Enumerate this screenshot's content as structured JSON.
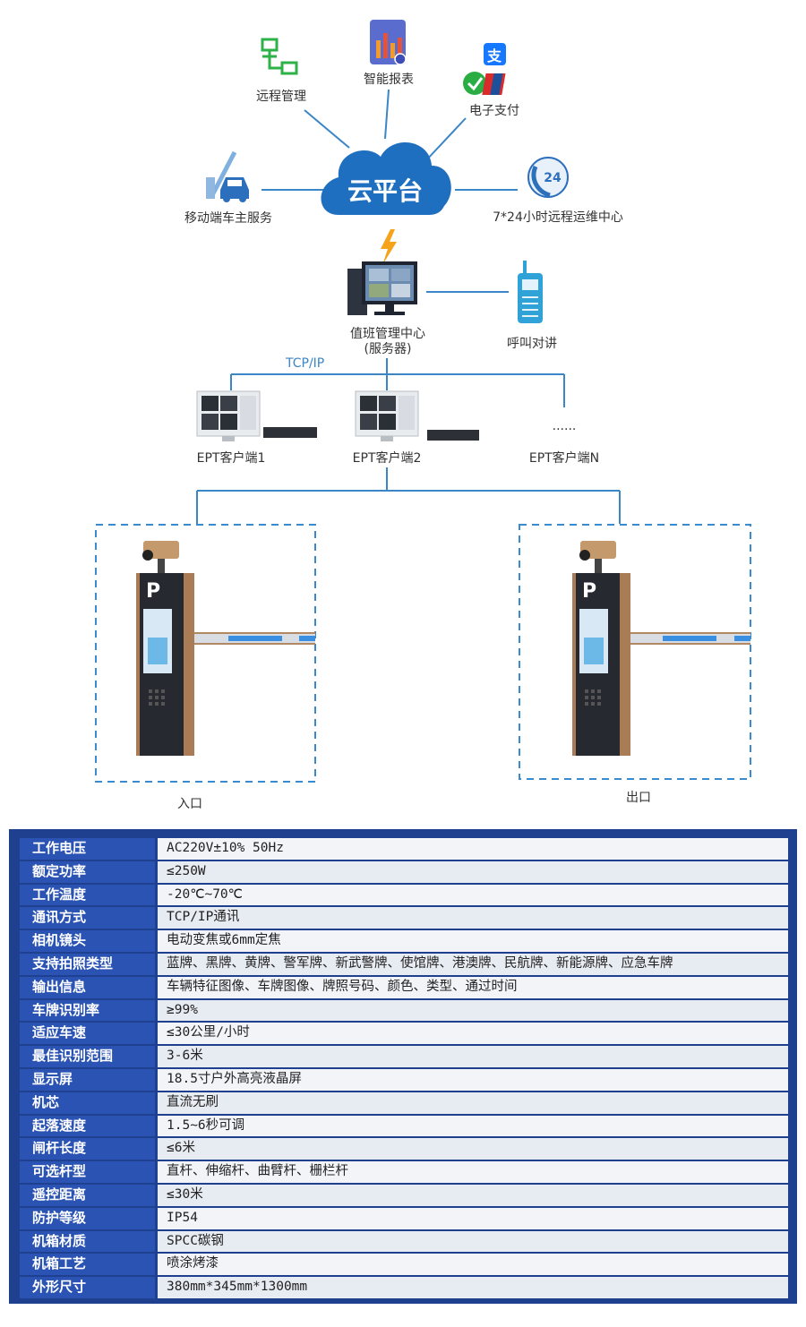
{
  "diagram": {
    "cloud": "云平台",
    "top_nodes": [
      {
        "id": "remote-management",
        "label": "远程管理"
      },
      {
        "id": "smart-report",
        "label": "智能报表"
      },
      {
        "id": "e-payment",
        "label": "电子支付"
      },
      {
        "id": "mobile-service",
        "label": "移动端车主服务"
      },
      {
        "id": "ops-center",
        "label": "7*24小时远程运维中心"
      }
    ],
    "duty_center_line1": "值班管理中心",
    "duty_center_line2": "(服务器)",
    "intercom": "呼叫对讲",
    "protocol": "TCP/IP",
    "clients": [
      "EPT客户端1",
      "EPT客户端2",
      "EPT客户端N"
    ],
    "ellipsis": "......",
    "ops_icon_text": "24",
    "entrance": "入口",
    "exit": "出口",
    "colors": {
      "line": "#3b86c6",
      "cloud": "#1f6fc0",
      "dash": "#3a8ad0",
      "accent": "#2a53b3"
    }
  },
  "specs": [
    {
      "key": "工作电压",
      "value": "AC220V±10% 50Hz"
    },
    {
      "key": "额定功率",
      "value": "≤250W"
    },
    {
      "key": "工作温度",
      "value": "-20℃~70℃"
    },
    {
      "key": "通讯方式",
      "value": "TCP/IP通讯"
    },
    {
      "key": "相机镜头",
      "value": "电动变焦或6mm定焦"
    },
    {
      "key": "支持拍照类型",
      "value": "蓝牌、黑牌、黄牌、警军牌、新武警牌、使馆牌、港澳牌、民航牌、新能源牌、应急车牌"
    },
    {
      "key": "输出信息",
      "value": "车辆特征图像、车牌图像、牌照号码、颜色、类型、通过时间"
    },
    {
      "key": "车牌识别率",
      "value": "≥99%"
    },
    {
      "key": "适应车速",
      "value": "≤30公里/小时"
    },
    {
      "key": "最佳识别范围",
      "value": "3-6米"
    },
    {
      "key": "显示屏",
      "value": "18.5寸户外高亮液晶屏"
    },
    {
      "key": "机芯",
      "value": "直流无刷"
    },
    {
      "key": "起落速度",
      "value": "1.5~6秒可调"
    },
    {
      "key": "闸杆长度",
      "value": "≤6米"
    },
    {
      "key": "可选杆型",
      "value": "直杆、伸缩杆、曲臂杆、栅栏杆"
    },
    {
      "key": "遥控距离",
      "value": "≤30米"
    },
    {
      "key": "防护等级",
      "value": "IP54"
    },
    {
      "key": "机箱材质",
      "value": "SPCC碳钢"
    },
    {
      "key": "机箱工艺",
      "value": "喷涂烤漆"
    },
    {
      "key": "外形尺寸",
      "value": "380mm*345mm*1300mm"
    }
  ]
}
